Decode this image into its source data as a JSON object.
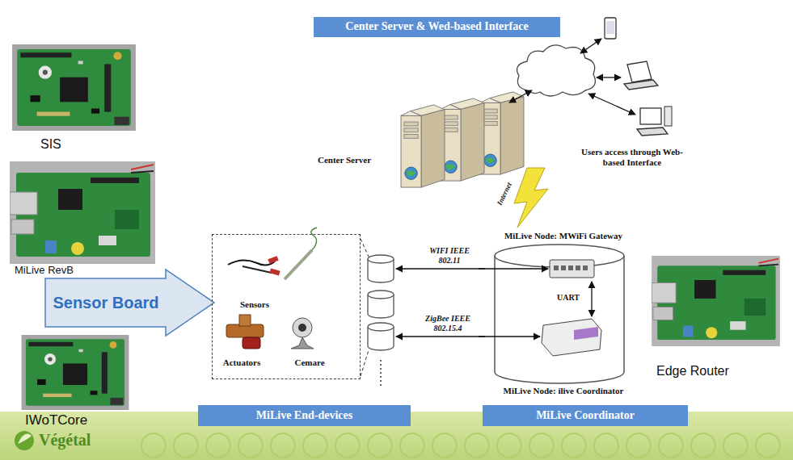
{
  "diagram": {
    "title": "Center Server & Wed-based Interface",
    "nodes": [
      {
        "text": [
          "Sensor Board"
        ]
      },
      {
        "text": [
          "Sensors",
          "Actuators",
          "Cemare"
        ]
      },
      {
        "text": [
          "MiLive Node: MWiFi Gateway",
          "MiLive Node: ilive Coordinator"
        ]
      },
      {
        "text": [
          "MiLive End-devices"
        ]
      },
      {
        "text": [
          "MiLive Coordinator"
        ]
      }
    ],
    "labels": [
      "Center Server",
      "Users access through Web-based Interface",
      "Internet",
      "WIFI IEEE 802.11",
      "UART",
      "ZigBee IEEE 802.15.4",
      "Edge Router",
      "SIS",
      "MiLive RevB",
      "IWoTCore",
      "Végétal"
    ]
  }
}
